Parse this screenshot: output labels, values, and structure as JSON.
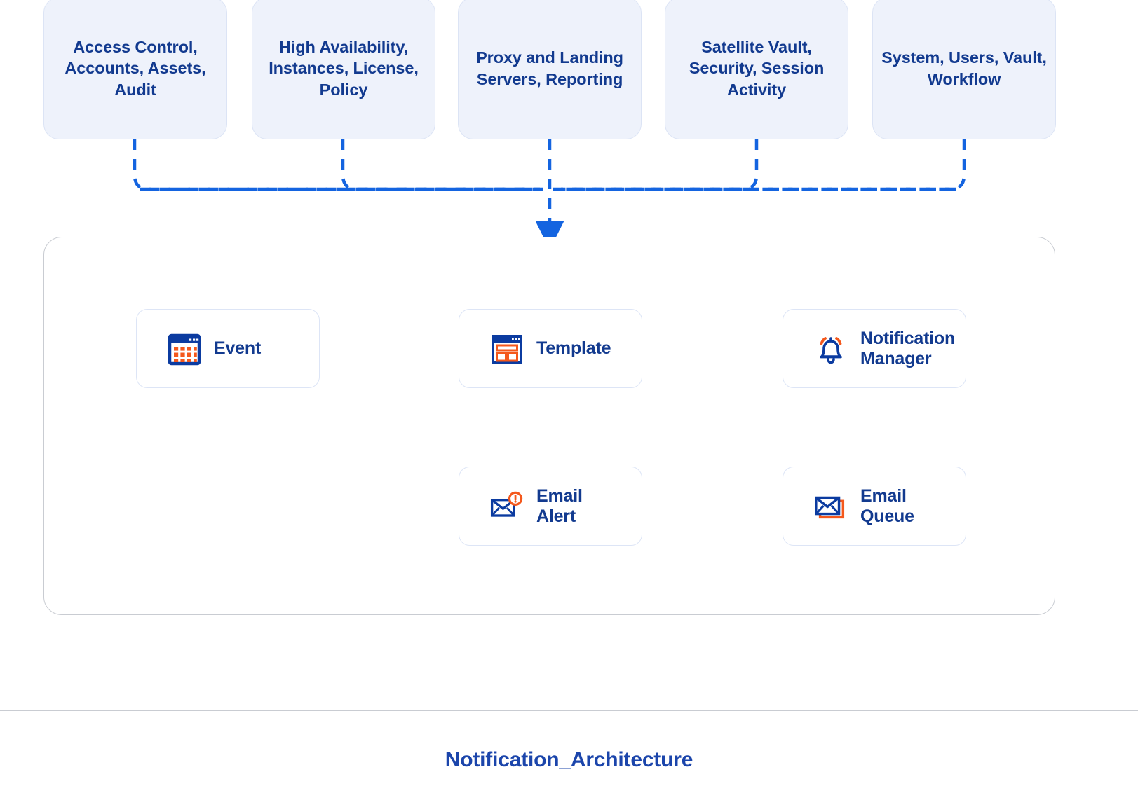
{
  "diagram": {
    "title": "Notification_Architecture",
    "colors": {
      "brand_blue": "#1b45ab",
      "label_navy": "#123a8f",
      "wire_blue": "#1464e0",
      "accent_orange": "#f4581c",
      "source_box_fill": "#eef2fb",
      "source_box_border": "#dce4f5",
      "container_border": "#c9ccd2",
      "node_border": "#dde5f6"
    }
  },
  "sources": [
    {
      "label": "Access Control,\nAccounts,\nAssets, Audit"
    },
    {
      "label": "High Availability,\nInstances,\nLicense, Policy"
    },
    {
      "label": "Proxy and\nLanding Servers,\nReporting"
    },
    {
      "label": "Satellite Vault,\nSecurity,\nSession Activity"
    },
    {
      "label": "System, Users,\nVault, Workflow"
    }
  ],
  "nodes": [
    {
      "id": "event",
      "label": "Event",
      "icon": "calendar-grid-icon"
    },
    {
      "id": "template",
      "label": "Template",
      "icon": "template-window-icon"
    },
    {
      "id": "notification-manager",
      "label": "Notification\nManager",
      "icon": "bell-icon"
    },
    {
      "id": "email-alert",
      "label": "Email\nAlert",
      "icon": "envelope-alert-icon"
    },
    {
      "id": "email-queue",
      "label": "Email\nQueue",
      "icon": "envelope-stack-icon"
    }
  ],
  "flows": [
    {
      "from": "event",
      "to": "template",
      "direction": "right"
    },
    {
      "from": "template",
      "to": "notification-manager",
      "direction": "right"
    },
    {
      "from": "email-queue",
      "to": "email-alert",
      "direction": "left"
    },
    {
      "from": "sources-bus",
      "to": "arch-container",
      "direction": "down"
    }
  ]
}
